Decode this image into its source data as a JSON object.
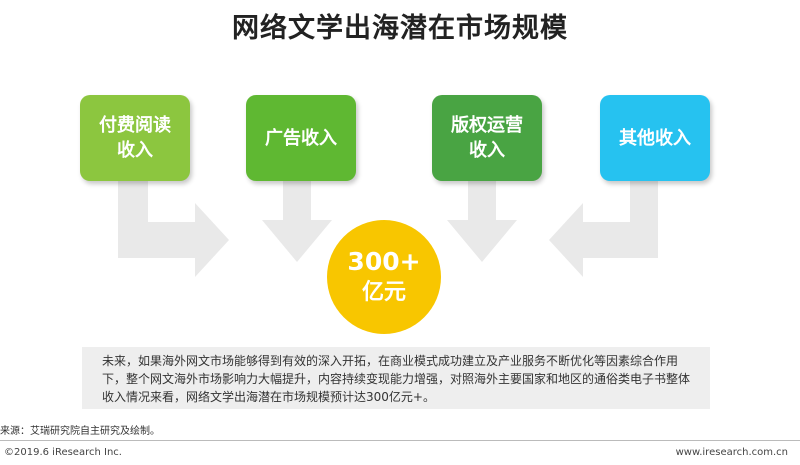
{
  "title": "网络文学出海潜在市场规模",
  "boxes": [
    {
      "line1": "付费阅读",
      "line2": "收入",
      "color": "#8cc63f"
    },
    {
      "line1": "广告收入",
      "line2": "",
      "color": "#5fb832"
    },
    {
      "line1": "版权运营",
      "line2": "收入",
      "color": "#49a443"
    },
    {
      "line1": "其他收入",
      "line2": "",
      "color": "#26c2f0"
    }
  ],
  "arrow_color": "#e9e9e9",
  "center": {
    "value": "300+",
    "unit": "亿元",
    "color": "#f8c600"
  },
  "description": "未来，如果海外网文市场能够得到有效的深入开拓，在商业模式成功建立及产业服务不断优化等因素综合作用下，整个网文海外市场影响力大幅提升，内容持续变现能力增强，对照海外主要国家和地区的通俗类电子书整体收入情况来看，网络文学出海潜在市场规模预计达300亿元+。",
  "source": "来源：艾瑞研究院自主研究及绘制。",
  "copyright": "©2019.6 iResearch Inc.",
  "website": "www.iresearch.com.cn"
}
